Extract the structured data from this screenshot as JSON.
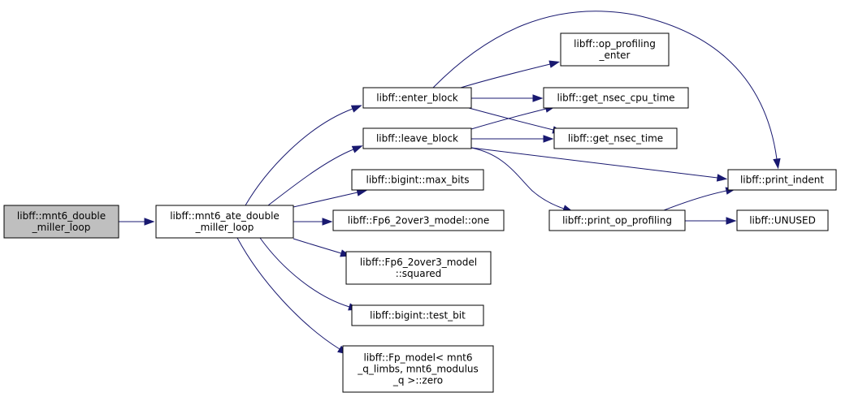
{
  "graph": {
    "edge_color": "#191970",
    "root_fill": "#bfbfbf",
    "nodes": [
      {
        "id": "root",
        "lines": [
          "libff::mnt6_double",
          "_miller_loop"
        ],
        "root": true
      },
      {
        "id": "ate",
        "lines": [
          "libff::mnt6_ate_double",
          "_miller_loop"
        ]
      },
      {
        "id": "enter_block",
        "lines": [
          "libff::enter_block"
        ]
      },
      {
        "id": "leave_block",
        "lines": [
          "libff::leave_block"
        ]
      },
      {
        "id": "max_bits",
        "lines": [
          "libff::bigint::max_bits"
        ]
      },
      {
        "id": "one",
        "lines": [
          "libff::Fp6_2over3_model::one"
        ]
      },
      {
        "id": "squared",
        "lines": [
          "libff::Fp6_2over3_model",
          "::squared"
        ]
      },
      {
        "id": "test_bit",
        "lines": [
          "libff::bigint::test_bit"
        ]
      },
      {
        "id": "zero",
        "lines": [
          "libff::Fp_model< mnt6",
          "_q_limbs, mnt6_modulus",
          "_q >::zero"
        ]
      },
      {
        "id": "op_prof_enter",
        "lines": [
          "libff::op_profiling",
          "_enter"
        ]
      },
      {
        "id": "cpu_time",
        "lines": [
          "libff::get_nsec_cpu_time"
        ]
      },
      {
        "id": "nsec_time",
        "lines": [
          "libff::get_nsec_time"
        ]
      },
      {
        "id": "print_op_prof",
        "lines": [
          "libff::print_op_profiling"
        ]
      },
      {
        "id": "print_indent",
        "lines": [
          "libff::print_indent"
        ]
      },
      {
        "id": "unused",
        "lines": [
          "libff::UNUSED"
        ]
      }
    ],
    "edges": [
      {
        "from": "root",
        "to": "ate"
      },
      {
        "from": "ate",
        "to": "enter_block"
      },
      {
        "from": "ate",
        "to": "leave_block"
      },
      {
        "from": "ate",
        "to": "max_bits"
      },
      {
        "from": "ate",
        "to": "one"
      },
      {
        "from": "ate",
        "to": "squared"
      },
      {
        "from": "ate",
        "to": "test_bit"
      },
      {
        "from": "ate",
        "to": "zero"
      },
      {
        "from": "enter_block",
        "to": "op_prof_enter"
      },
      {
        "from": "enter_block",
        "to": "cpu_time"
      },
      {
        "from": "enter_block",
        "to": "nsec_time"
      },
      {
        "from": "enter_block",
        "to": "print_indent"
      },
      {
        "from": "leave_block",
        "to": "cpu_time"
      },
      {
        "from": "leave_block",
        "to": "nsec_time"
      },
      {
        "from": "leave_block",
        "to": "print_indent"
      },
      {
        "from": "leave_block",
        "to": "print_op_prof"
      },
      {
        "from": "print_op_prof",
        "to": "print_indent"
      },
      {
        "from": "print_op_prof",
        "to": "unused"
      }
    ]
  }
}
